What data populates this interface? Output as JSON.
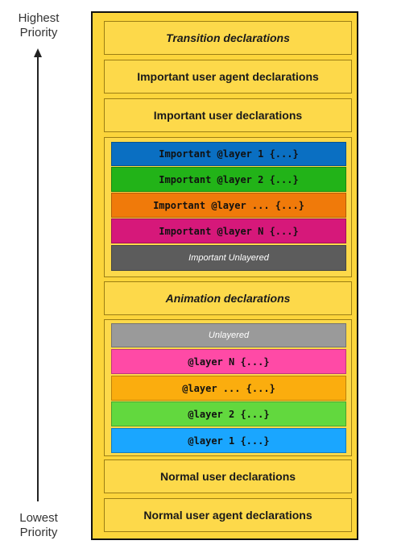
{
  "axis": {
    "top_label_line1": "Highest",
    "top_label_line2": "Priority",
    "bottom_label_line1": "Lowest",
    "bottom_label_line2": "Priority"
  },
  "cascade": {
    "transition": "Transition declarations",
    "important_user_agent": "Important user agent declarations",
    "important_user": "Important user declarations",
    "important_layers": [
      {
        "label": "Important @layer 1 {...}",
        "color": "#0a6fc2"
      },
      {
        "label": "Important @layer 2 {...}",
        "color": "#22b318"
      },
      {
        "label": "Important @layer ... {...}",
        "color": "#f07a0a"
      },
      {
        "label": "Important @layer N {...}",
        "color": "#d6187a"
      },
      {
        "label": "Important Unlayered",
        "color": "#5c5c5c"
      }
    ],
    "animation": "Animation declarations",
    "normal_layers": [
      {
        "label": "Unlayered",
        "color": "#9a9a9a"
      },
      {
        "label": "@layer N {...}",
        "color": "#ff4aa6"
      },
      {
        "label": "@layer ... {...}",
        "color": "#fbad0e"
      },
      {
        "label": "@layer 2 {...}",
        "color": "#62d83e"
      },
      {
        "label": "@layer 1 {...}",
        "color": "#1aa6ff"
      }
    ],
    "normal_user": "Normal user declarations",
    "normal_user_agent": "Normal user agent declarations"
  }
}
